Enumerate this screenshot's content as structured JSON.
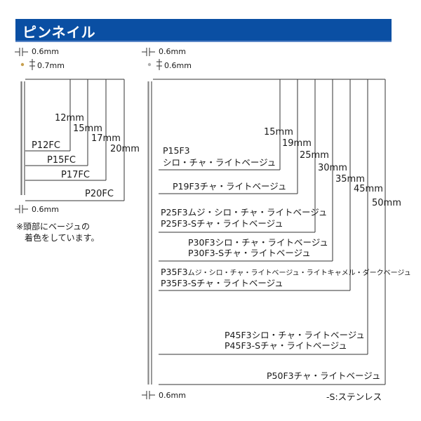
{
  "title": "ピンネイル",
  "colors": {
    "title_bg": "#0a4fa3",
    "line": "#333333",
    "head_dot_left": "#c8a050",
    "head_dot_right": "#b0b0b0"
  },
  "left": {
    "dim_top": "0.6mm",
    "dim_head": "0.7mm",
    "dim_bottom": "0.6mm",
    "lengths": [
      "12mm",
      "15mm",
      "17mm",
      "20mm"
    ],
    "products": [
      "P12FC",
      "P15FC",
      "P17FC",
      "P20FC"
    ],
    "note_line1": "※頭部にベージュの",
    "note_line2": "着色をしています。"
  },
  "right": {
    "dim_top": "0.6mm",
    "dim_head": "0.6mm",
    "dim_bottom": "0.6mm",
    "lengths": [
      "15mm",
      "19mm",
      "25mm",
      "30mm",
      "35mm",
      "45mm",
      "50mm"
    ],
    "p15_line1": "P15F3",
    "p15_line2": "シロ・チャ・ライトベージュ",
    "p19": "P19F3チャ・ライトベージュ",
    "p25_line1": "P25F3ムジ・シロ・チャ・ライトベージュ",
    "p25_line2": "P25F3-Sチャ・ライトベージュ",
    "p30_line1": "P30F3シロ・チャ・ライトベージュ",
    "p30_line2": "P30F3-Sチャ・ライトベージュ",
    "p35_code": "P35F3",
    "p35_colors": "ムジ・シロ・チャ・ライトベージュ・ライトキャメル・ダークベージュ",
    "p35_line2": "P35F3-Sチャ・ライトベージュ",
    "p45_line1": "P45F3シロ・チャ・ライトベージュ",
    "p45_line2": "P45F3-Sチャ・ライトベージュ",
    "p50": "P50F3チャ・ライトベージュ",
    "stainless_note": "-S:ステンレス"
  }
}
